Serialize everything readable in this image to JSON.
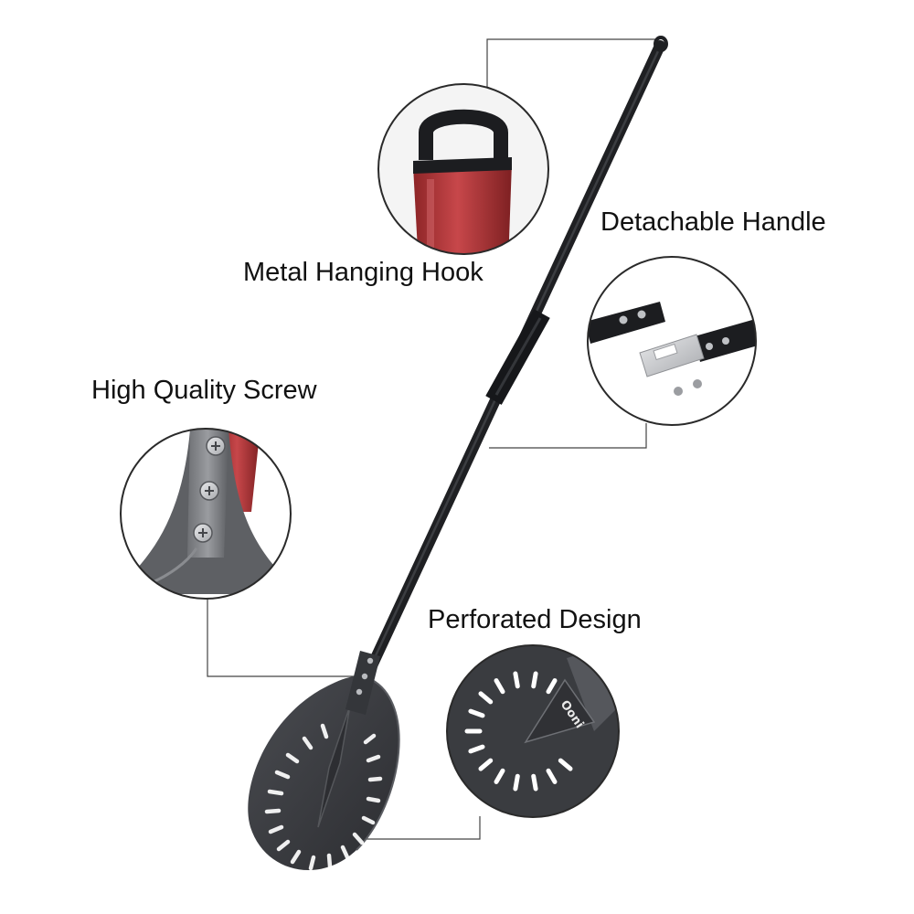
{
  "callouts": {
    "hanging_hook": "Metal Hanging Hook",
    "detachable_handle": "Detachable Handle",
    "screw": "High Quality Screw",
    "perforated": "Perforated Design"
  },
  "brand": {
    "logo_text": "Ooni"
  },
  "colors": {
    "background": "#ffffff",
    "peel_metal": "#3a3c40",
    "handle_black": "#1c1d20",
    "accent_red": "#b2373a",
    "leader_line": "#444444",
    "circle_border": "#2a2a2a"
  }
}
